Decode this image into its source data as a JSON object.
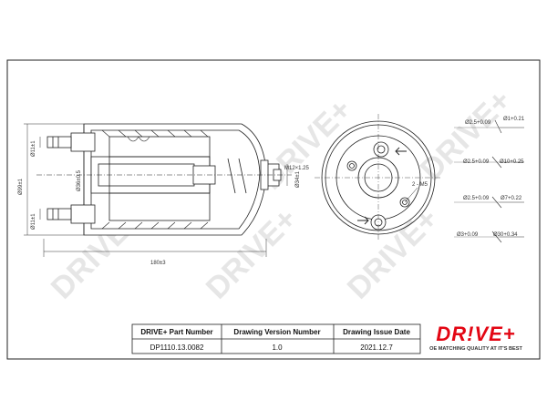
{
  "watermark": "DRIVE+",
  "left_view": {
    "dims": {
      "left_top": "Ø11±1",
      "left_bottom": "Ø11±1",
      "height": "Ø99±1",
      "inner": "Ø36±0.5",
      "thread": "M12×1.25",
      "right": "Ø34±1",
      "length": "180±3"
    }
  },
  "right_view": {
    "port_label": "2 - M5"
  },
  "connectors": [
    {
      "a": "Ø2.5+0.09",
      "b": "Ø1+0.21"
    },
    {
      "a": "Ø2.5+0.09",
      "b": "Ø10+0.25"
    },
    {
      "a": "Ø2.5+0.09",
      "b": "Ø7+0.22"
    },
    {
      "a": "Ø3+0.09",
      "b": "Ø30+0.34"
    }
  ],
  "table": {
    "col1_header": "DRIVE+ Part Number",
    "col1_value": "DP1110.13.0082",
    "col2_header": "Drawing Version Number",
    "col2_value": "1.0",
    "col3_header": "Drawing Issue Date",
    "col3_value": "2021.12.7"
  },
  "logo": {
    "text": "DR!VE+",
    "tagline": "OE MATCHING QUALITY AT IT'S BEST",
    "color": "#e30613"
  }
}
